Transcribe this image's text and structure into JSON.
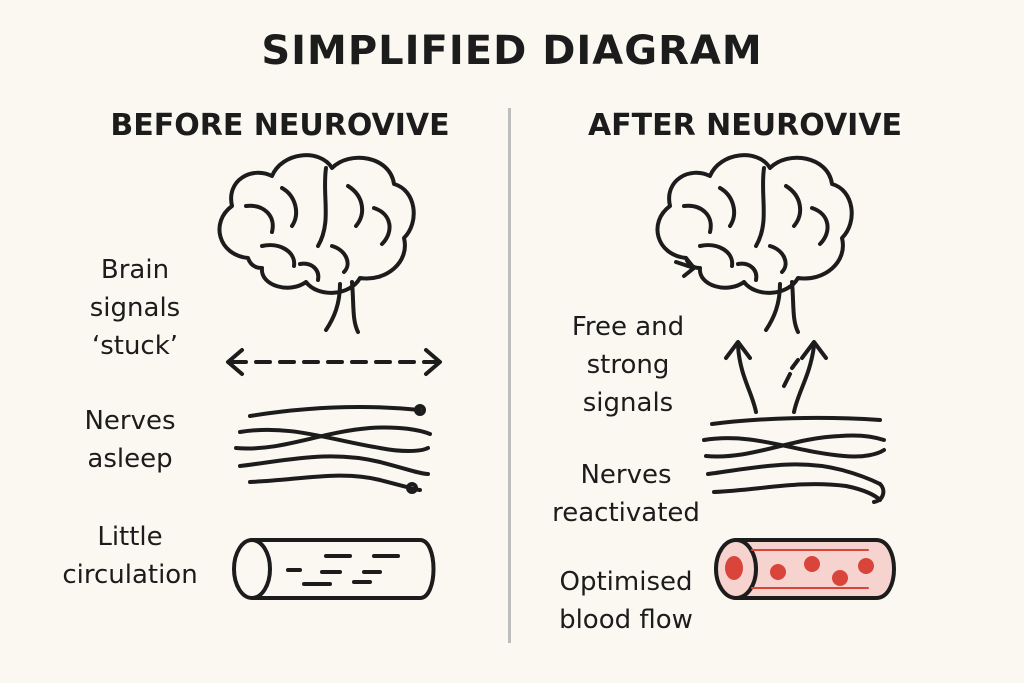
{
  "title": "SIMPLIFIED DIAGRAM",
  "before": {
    "heading": "BEFORE NEUROVIVE",
    "brain_label": "Brain\nsignals\n‘stuck’",
    "nerves_label": "Nerves\nasleep",
    "circulation_label": "Little\ncirculation"
  },
  "after": {
    "heading": "AFTER NEUROVIVE",
    "signals_label": "Free and\nstrong\nsignals",
    "nerves_label": "Nerves\nreactivated",
    "blood_label": "Optimised\nblood flow"
  },
  "colors": {
    "ink": "#1c1c1c",
    "divider": "#bdbdbd",
    "vessel_fill": "#f6d3cf",
    "blood_cell": "#d9453b"
  }
}
